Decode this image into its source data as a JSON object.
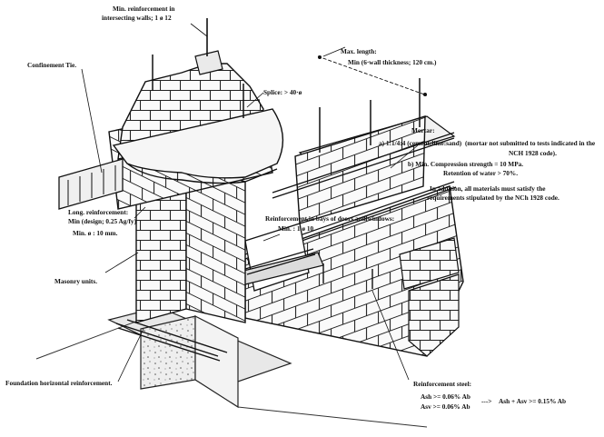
{
  "labels": {
    "min_reinf_line1": "Min. reinforcement in",
    "min_reinf_line2": "intersecting walls;  1 ø 12",
    "confinement_tie": "Confinement Tie.",
    "max_length": "Max. length:",
    "min_thickness": "Min (6·wall thickness; 120 cm.)",
    "splice": "Splice: > 40·ø",
    "mortar": "Mortar:",
    "mortar_a": "a) 1:1/4:4 (cement:lime:sand)",
    "mortar_note1": "(mortar not submitted to tests indicated in the",
    "mortar_note2": "NCH 1928 code).",
    "mortar_b": "b) Min. Compression strength = 10 MPa.",
    "retention": "Retention of water > 70%.",
    "addition1": "In addition, all materials must satisfy the",
    "addition2": "requirements stipulated by the NCh 1928 code.",
    "long_reinf": "Long. reinforcement:",
    "long_min_design": "Min (design; 0.25 Ag/fy)",
    "long_min_dia": "Min. ø : 10 mm.",
    "bays_reinf": "Reinforcement in bays of doors and windows:",
    "bays_min": "Min. : 1 ø 10",
    "masonry_units": "Masonry units.",
    "foundation": "Foundation horizontal reinforcement.",
    "reinf_steel": "Reinforcement steel:",
    "ash": "Ash >= 0.06% Ab",
    "asv": "Asv >= 0.06% Ab",
    "arrow": "--->",
    "sum": "Ash + Asv >= 0.15% Ab"
  }
}
